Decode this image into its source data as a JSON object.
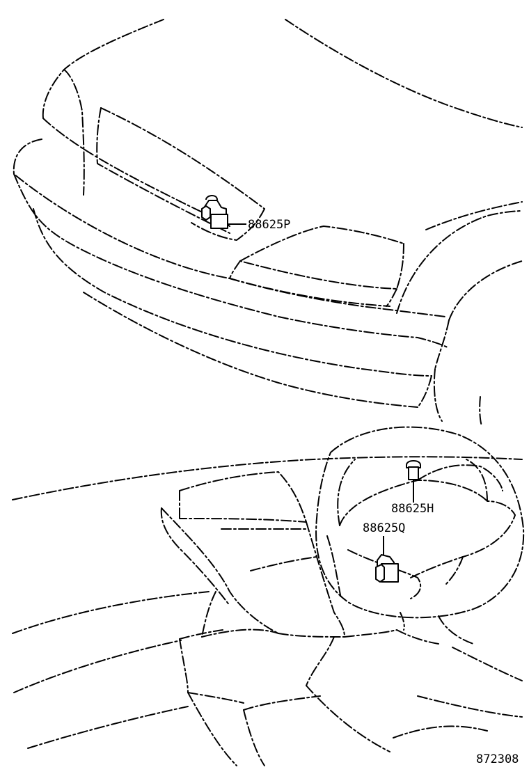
{
  "callouts": {
    "p": "88625P",
    "h": "88625H",
    "q": "88625Q"
  },
  "figure_number": "872308"
}
